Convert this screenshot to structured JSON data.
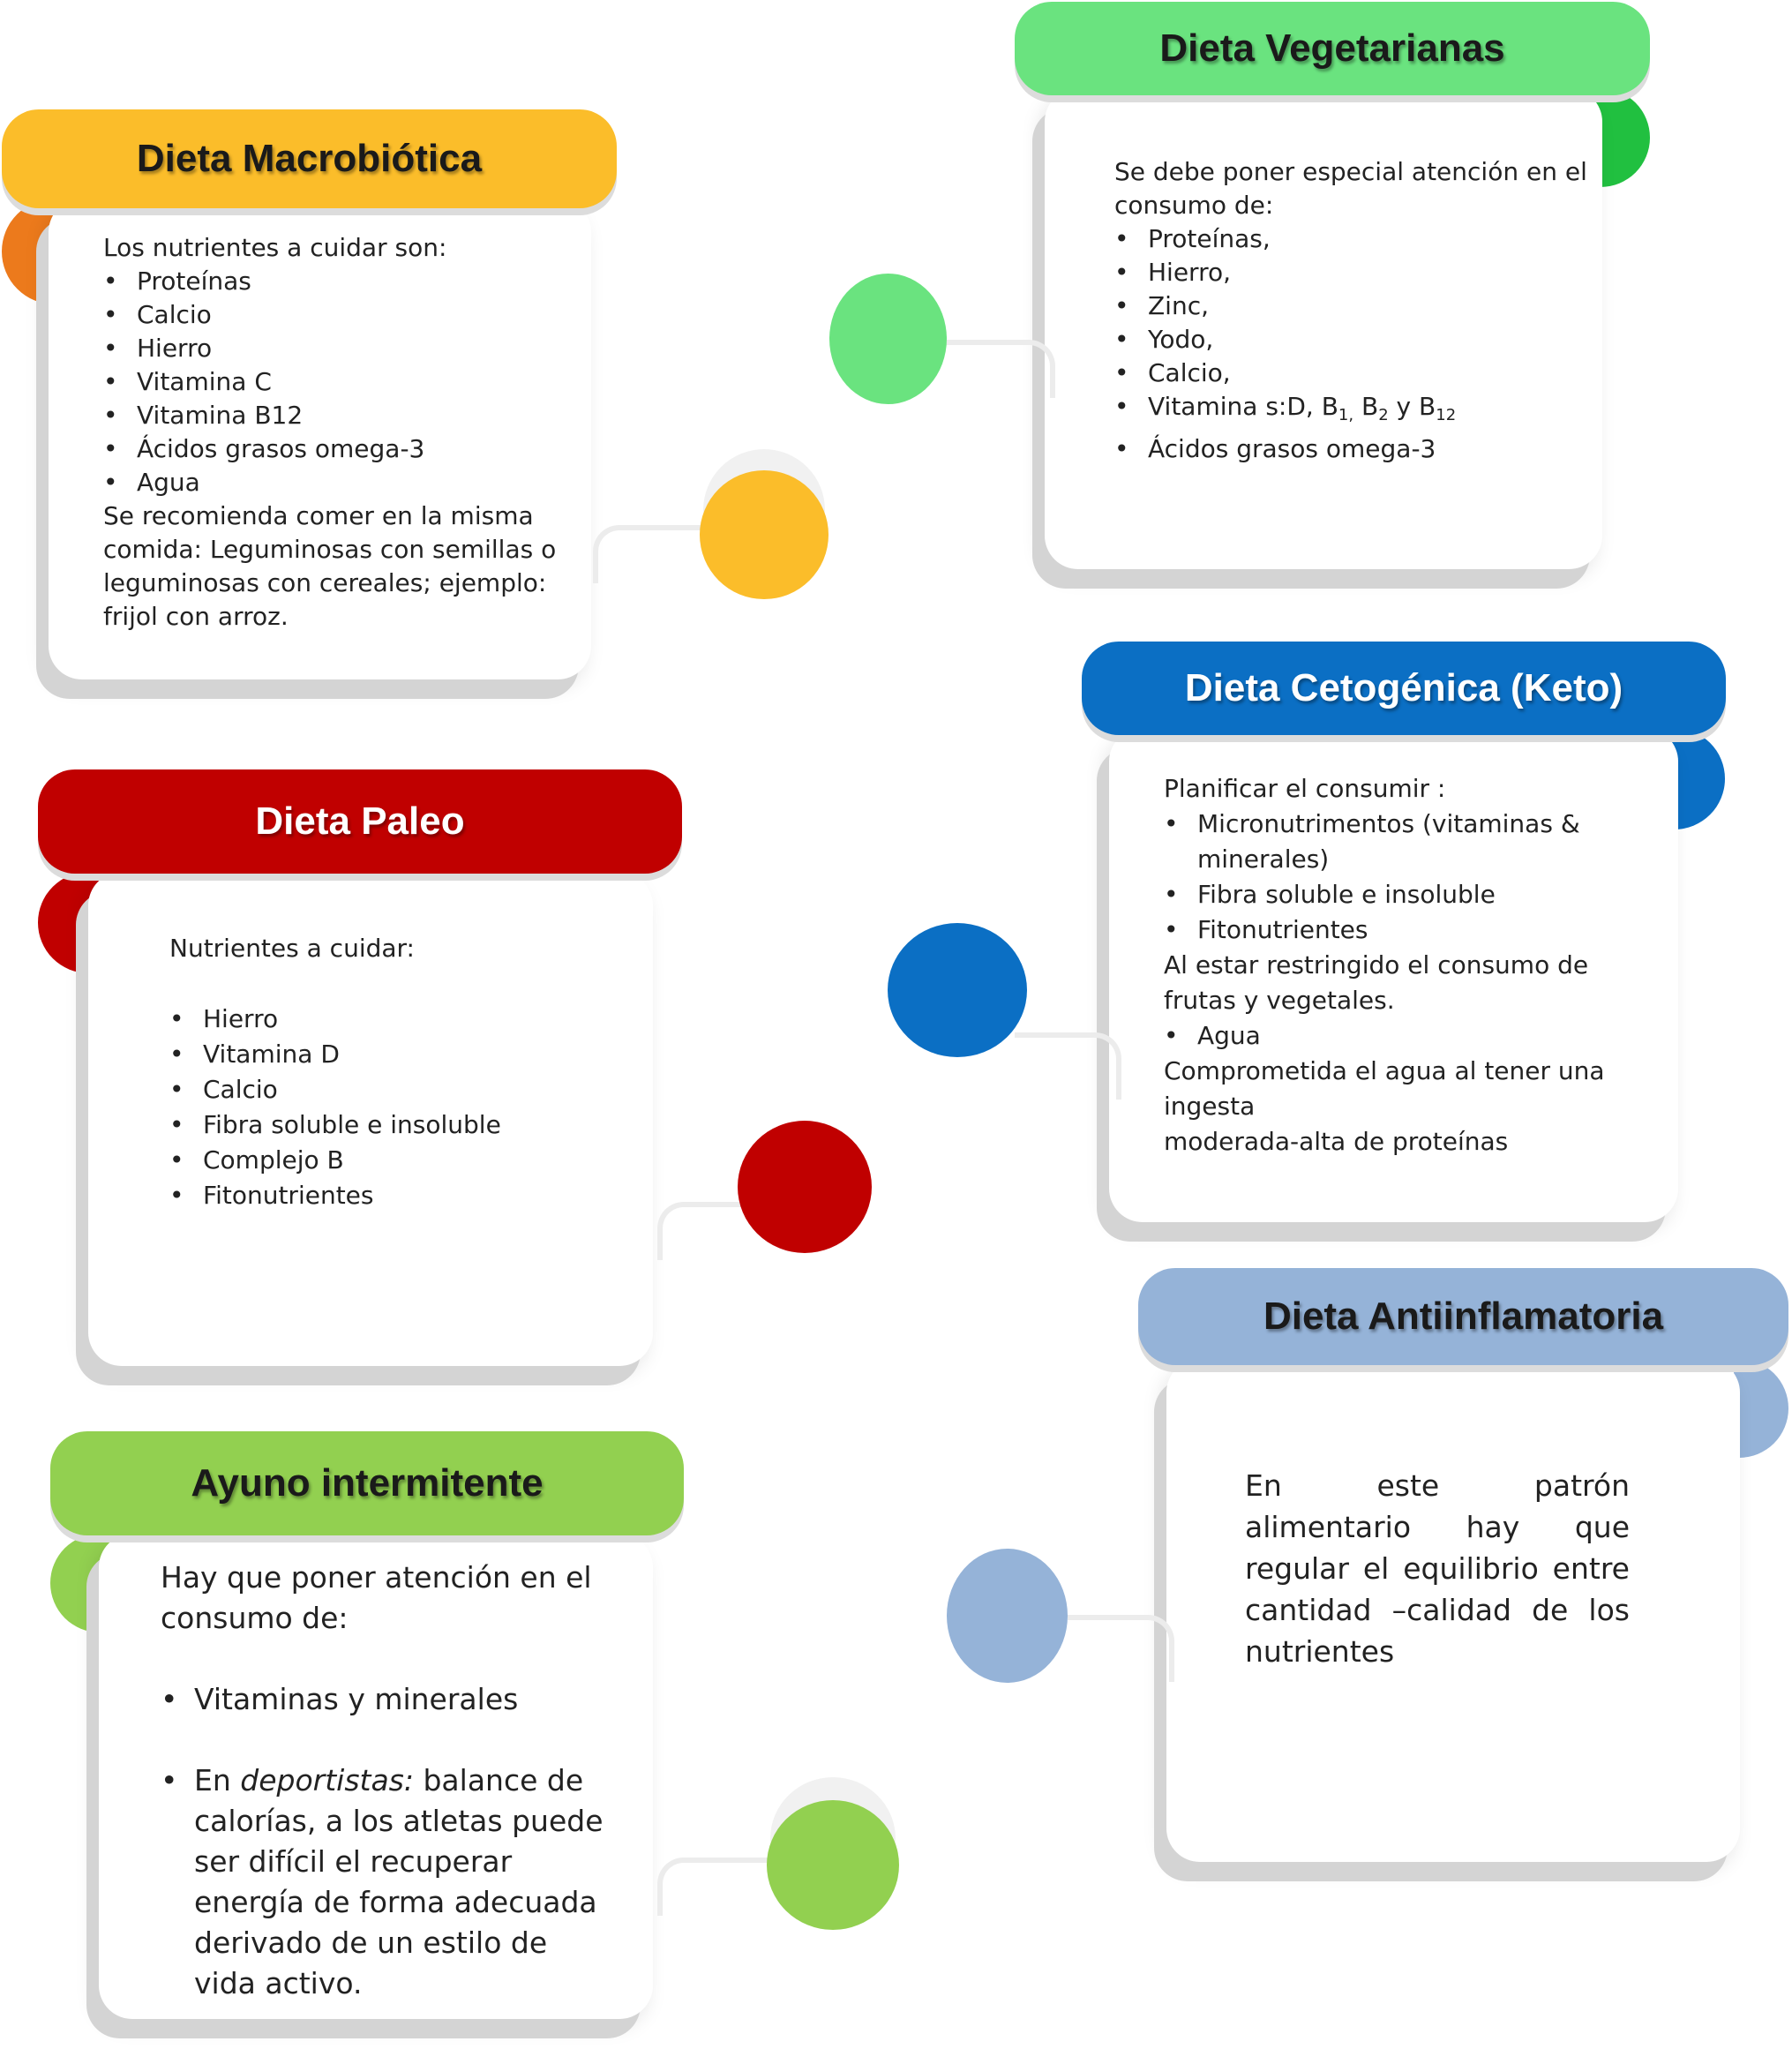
{
  "cards": {
    "macro": {
      "title": "Dieta Macrobiótica",
      "intro": "Los nutrientes  a cuidar son:",
      "items": [
        "Proteínas",
        "Calcio",
        "Hierro",
        "Vitamina C",
        "Vitamina B12",
        "Ácidos grasos omega-3",
        "Agua"
      ],
      "outro": "Se recomienda comer en la misma comida: Leguminosas con semillas o leguminosas con cereales; ejemplo: frijol  con arroz."
    },
    "veg": {
      "title": "Dieta Vegetarianas",
      "intro": "Se debe poner especial atención en el consumo de:",
      "items": [
        "Proteínas,",
        "Hierro,",
        "Zinc,",
        "Yodo,",
        "Calcio,"
      ],
      "vit_prefix": "Vitamina s:D, B",
      "vit_sub1": "1,",
      "vit_b2": " B",
      "vit_sub2": "2",
      "vit_y": " y  B",
      "vit_sub3": "12",
      "last_item": "Ácidos grasos omega-3"
    },
    "keto": {
      "title": "Dieta Cetogénica  (Keto)",
      "intro": "Planificar el consumir :",
      "items": [
        "Micronutrimentos (vitaminas & minerales)",
        "Fibra soluble e insoluble",
        "Fitonutrientes"
      ],
      "note1": "Al estar restringido el consumo de frutas y vegetales.",
      "item_agua": "Agua",
      "note2": "Comprometida el agua al tener una ingesta",
      "note3": "moderada-alta de proteínas"
    },
    "paleo": {
      "title": "Dieta Paleo",
      "intro": "Nutrientes a cuidar:",
      "items": [
        "Hierro",
        "Vitamina D",
        "Calcio",
        "Fibra soluble e insoluble",
        "Complejo B",
        "Fitonutrientes"
      ]
    },
    "anti": {
      "title": "Dieta Antiinflamatoria",
      "text": "En este patrón alimentario hay que regular el equilibrio entre cantidad –calidad  de los nutrientes"
    },
    "ayuno": {
      "title": "Ayuno intermitente",
      "intro": "Hay que  poner atención en el consumo de:",
      "item1": "Vitaminas  y minerales",
      "item2_prefix": "En ",
      "item2_italic": "deportistas:",
      "item2_rest": " balance de calorías, a los atletas puede ser difícil el recuperar energía de forma adecuada derivado de un estilo de vida activo."
    }
  },
  "colors": {
    "macro": "#fbbd2a",
    "macro_fold": "#ec7a1c",
    "veg": "#6ae37f",
    "veg_fold": "#21c040",
    "keto": "#0b6fc4",
    "keto_fold": "#0b6fc4",
    "paleo": "#c00000",
    "paleo_fold": "#c00000",
    "anti": "#95b3d8",
    "anti_fold": "#95b3d8",
    "ayuno": "#92d050",
    "ayuno_fold": "#92d050"
  }
}
